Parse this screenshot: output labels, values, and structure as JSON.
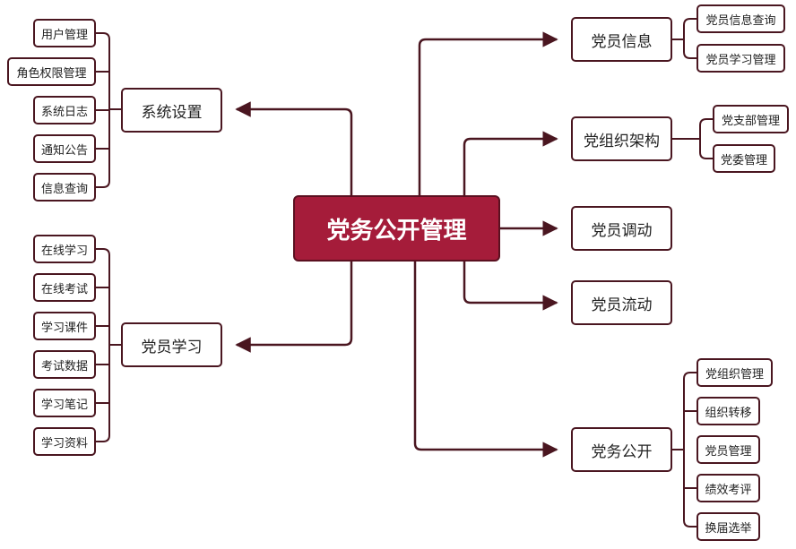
{
  "colors": {
    "root_fill": "#a51c3a",
    "line": "#4a1620",
    "node_border": "#4a1620"
  },
  "root": {
    "label": "党务公开管理"
  },
  "left": [
    {
      "label": "系统设置",
      "children": [
        "用户管理",
        "角色权限管理",
        "系统日志",
        "通知公告",
        "信息查询"
      ]
    },
    {
      "label": "党员学习",
      "children": [
        "在线学习",
        "在线考试",
        "学习课件",
        "考试数据",
        "学习笔记",
        "学习资料"
      ]
    }
  ],
  "right": [
    {
      "label": "党员信息",
      "children": [
        "党员信息查询",
        "党员学习管理"
      ]
    },
    {
      "label": "党组织架构",
      "children": [
        "党支部管理",
        "党委管理"
      ]
    },
    {
      "label": "党员调动",
      "children": []
    },
    {
      "label": "党员流动",
      "children": []
    },
    {
      "label": "党务公开",
      "children": [
        "党组织管理",
        "组织转移",
        "党员管理",
        "绩效考评",
        "换届选举"
      ]
    }
  ]
}
